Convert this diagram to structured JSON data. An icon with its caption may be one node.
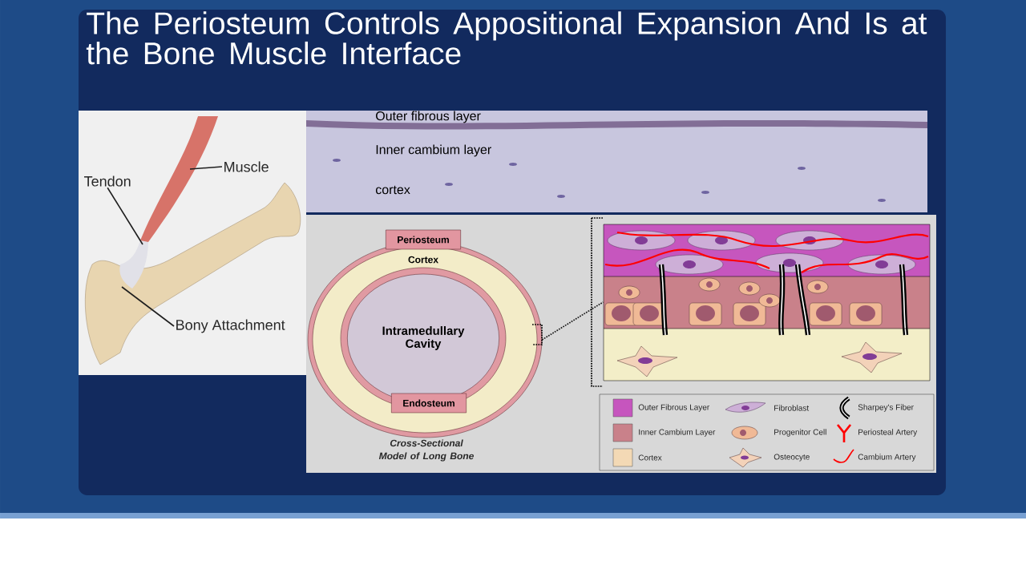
{
  "diagram": {
    "title": "The Periosteum Controls Appositional Expansion And Is at the Bone Muscle Interface",
    "nodes": [
      {
        "text": [
          "Tendon"
        ]
      },
      {
        "text": [
          "Muscle"
        ]
      },
      {
        "text": [
          "Bony Attachment"
        ]
      },
      {
        "text": [
          "Cortex"
        ]
      },
      {
        "text": [
          "Periosteum"
        ]
      },
      {
        "text": [
          "Intramedullary Cavity"
        ],
        "in": 3
      },
      {
        "text": [
          "Endosteum"
        ],
        "in": 3
      },
      {
        "text": [],
        "shape": "picture"
      }
    ],
    "edges": [
      {
        "from": 0,
        "to": null,
        "arrow": "none"
      },
      {
        "from": 1,
        "to": null,
        "arrow": "none"
      },
      {
        "from": 2,
        "to": null,
        "arrow": "none"
      },
      {
        "from": 3,
        "to": 7,
        "arrow": "none",
        "style": "dashed"
      }
    ],
    "labels": [
      "Outer fibrous layer",
      "Inner cambium layer",
      "cortex",
      "Cross-Sectional Model of Long Bone"
    ],
    "legend": [
      {
        "text": "Outer Fibrous Layer",
        "color": "#c655be"
      },
      {
        "text": "Fibroblast"
      },
      {
        "text": "Sharpey's Fiber"
      },
      {
        "text": "Inner Cambium Layer",
        "color": "#c9818a"
      },
      {
        "text": "Progenitor Cell"
      },
      {
        "text": "Periosteal Artery"
      },
      {
        "text": "Cortex",
        "color": "#f3d9b5"
      },
      {
        "text": "Osteocyte"
      },
      {
        "text": "Cambium Artery"
      }
    ]
  }
}
